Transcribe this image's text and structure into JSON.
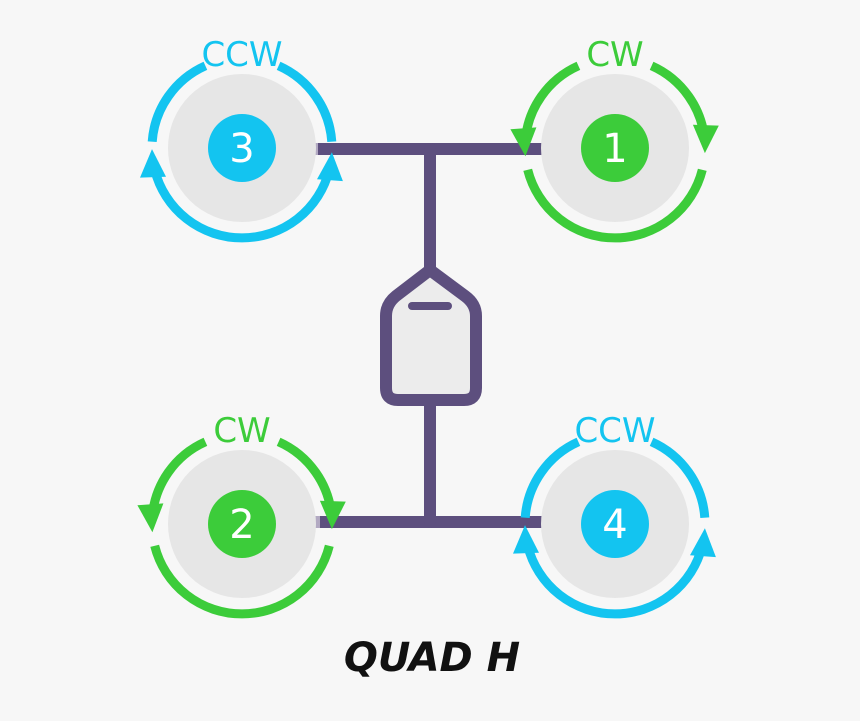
{
  "colors": {
    "ccw": "#13c4f0",
    "cw": "#3ccc3a",
    "frame": "#5d4f7e",
    "arm_stub": "#b2a9c2",
    "prop_disc": "#e6e6e6",
    "controller_fill": "#ececec",
    "title": "#111111"
  },
  "motors": [
    {
      "id": "motor-3",
      "number": "3",
      "direction": "CCW",
      "color_key": "ccw"
    },
    {
      "id": "motor-1",
      "number": "1",
      "direction": "CW",
      "color_key": "cw"
    },
    {
      "id": "motor-2",
      "number": "2",
      "direction": "CW",
      "color_key": "cw"
    },
    {
      "id": "motor-4",
      "number": "4",
      "direction": "CCW",
      "color_key": "ccw"
    }
  ],
  "title": "QUAD H"
}
